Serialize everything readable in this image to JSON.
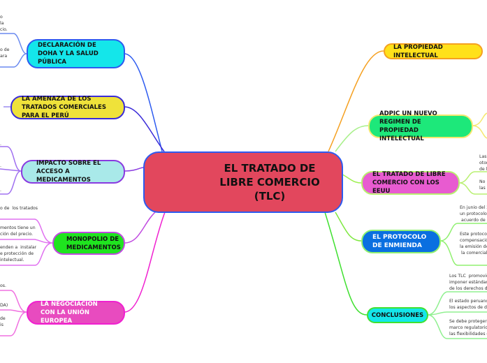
{
  "center": {
    "title": "EL TRATADO DE LIBRE COMERCIO (TLC)",
    "color": "#e2475d"
  },
  "left": [
    {
      "label": "DECLARACIÓN DE DOHA Y LA SALUD PÚBLICA",
      "color": "#14e6ea",
      "leaves": [
        "o\nla\ncio.",
        "o de\nara"
      ]
    },
    {
      "label": "LA AMENAZA DE LOS TRATADOS COMERCIALES PARA EL PERÚ",
      "color": "#efe23a",
      "leaves": []
    },
    {
      "label": "IMPACTO SOBRE EL ACCESO A MEDICAMENTOS",
      "color": "#a9e9e9",
      "leaves": [
        ".",
        ".",
        "."
      ]
    },
    {
      "label": "MONOPOLIO DE MEDICAMENTOS",
      "color": "#1fe41f",
      "leaves": [
        "o de  los tratados",
        "mentos tiene un\nción del precio.",
        "enden a  instalar\ne protección de\nintelectual."
      ]
    },
    {
      "label": "LA NEGOCIACIÓN CON LA UNIÓN EUROPEA",
      "color": "#e84bbf",
      "leaves": [
        "os.",
        "DA)",
        "de\nis"
      ]
    }
  ],
  "right": [
    {
      "label": "LA PROPIEDAD INTELECTUAL",
      "color": "#ffe11a",
      "leaves": []
    },
    {
      "label": "ADPIC UN NUEVO REGIMEN DE PROPIEDAD INTELECTUAL",
      "color": "#1de87a",
      "leaves": []
    },
    {
      "label": "EL TRATADO DE LIBRE COMERCIO CON LOS EEUU",
      "color": "#e85bd0",
      "leaves": [
        "Las\notor\nde l",
        "No\nlas"
      ]
    },
    {
      "label": "EL PROTOCOLO DE ENMIENDA",
      "color": "#0a6fe0",
      "leaves": [
        "En junio del 2\nun protocolo\n acuerdo de  p",
        "Este protocol\ncompensació\nla emisión de\n la comercial"
      ]
    },
    {
      "label": "CONCLUSIONES",
      "color": "#14e6ea",
      "leaves": [
        "Los TLC  promovido\nimponer estándare\nde los derechos de",
        "El estado peruano r\nlos aspectos de der",
        "Se debe proteger la\nmarco regulatorio d\nlas flexibilidades co"
      ]
    }
  ]
}
